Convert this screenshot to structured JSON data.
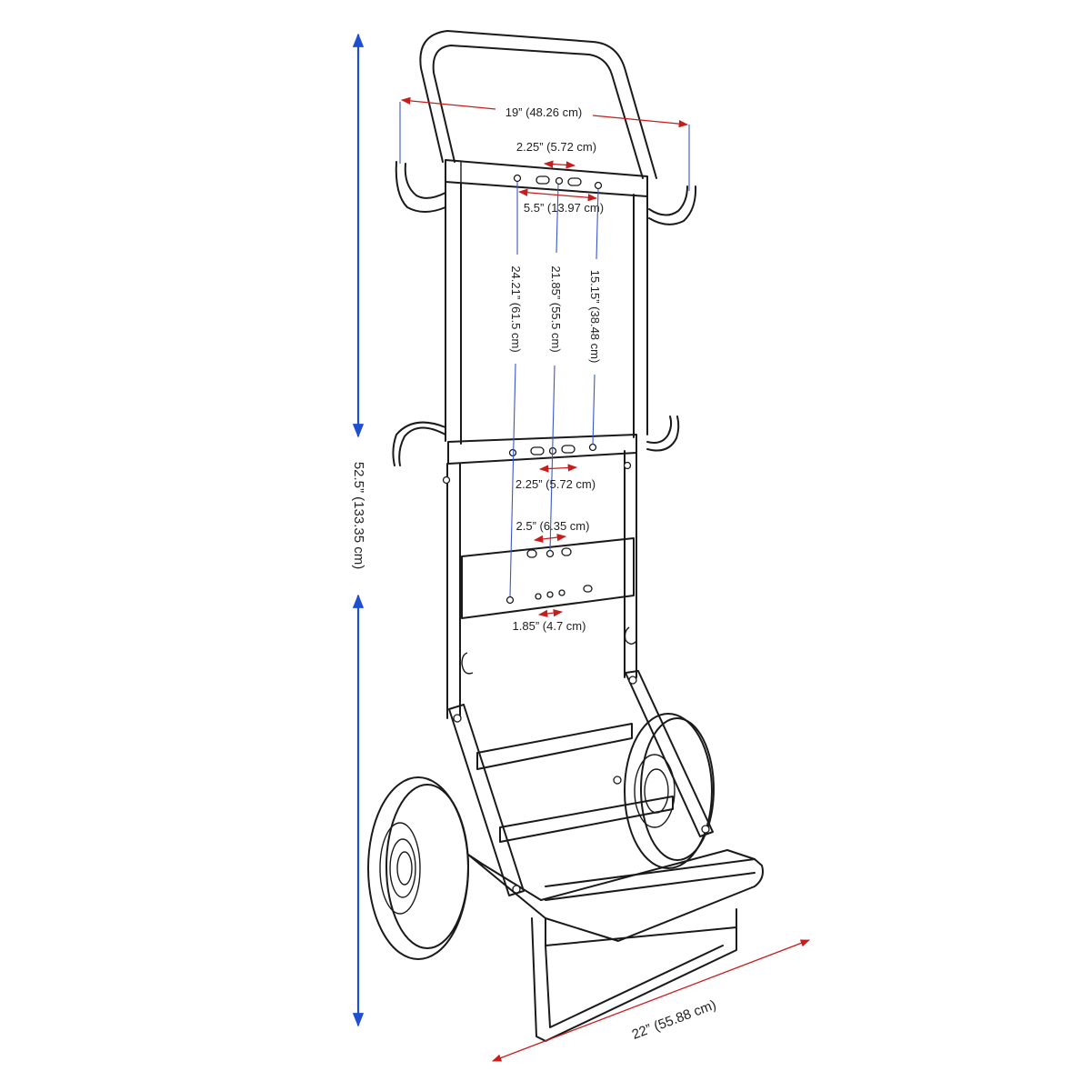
{
  "labels": {
    "overall_height": "52.5” (133.35 cm)",
    "overall_depth": "22” (55.88 cm)",
    "hook_span": "19” (48.26 cm)",
    "top_slot_spacing": "2.25” (5.72 cm)",
    "top_outer_hole_spacing": "5.5” (13.97 cm)",
    "left_hole_vertical": "24.21” (61.5 cm)",
    "center_hole_vertical": "21.85” (55.5 cm)",
    "right_hole_vertical": "15.15” (38.48 cm)",
    "mid_slot_spacing": "2.25” (5.72 cm)",
    "lower_slot_spacing": "2.5” (6.35 cm)",
    "bottom_hole_spacing": "1.85” (4.7 cm)"
  },
  "colors": {
    "frame": "#1a1a1a",
    "dimension_red": "#c81d1d",
    "dimension_blue": "#3a56c9",
    "height_arrow_blue": "#1f4fd1"
  }
}
